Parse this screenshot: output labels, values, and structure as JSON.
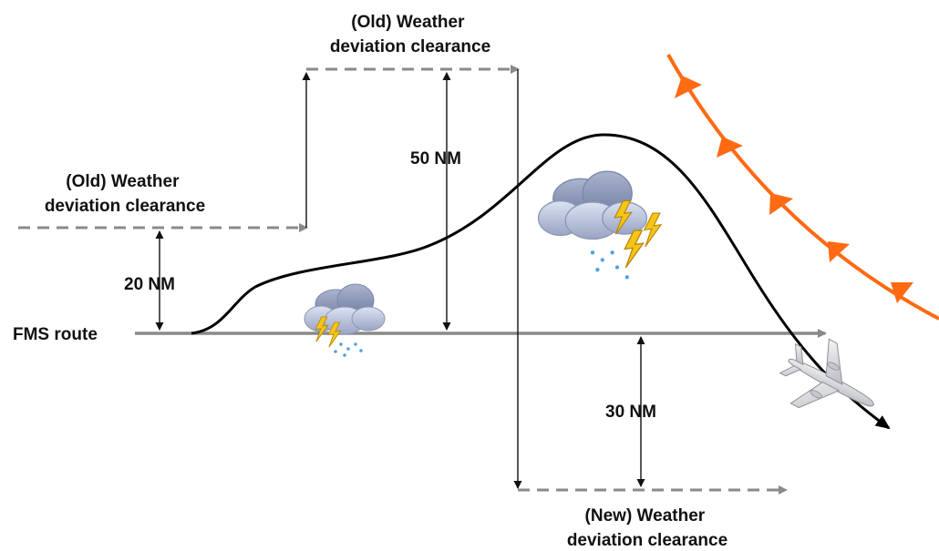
{
  "labels": {
    "old_clearance_left_line1": "(Old) Weather",
    "old_clearance_left_line2": "deviation clearance",
    "old_clearance_top_line1": "(Old) Weather",
    "old_clearance_top_line2": "deviation clearance",
    "new_clearance_line1": "(New) Weather",
    "new_clearance_line2": "deviation clearance",
    "fms_route": "FMS route",
    "offset_20": "20 NM",
    "offset_50": "50 NM",
    "offset_30": "30 NM"
  },
  "colors": {
    "route": "#8a8a8a",
    "flight_path": "#000000",
    "front": "#ff6a13",
    "cloud_light": "#c9d2e8",
    "cloud_dark": "#8e9ab8",
    "lightning": "#f5c518",
    "rain": "#4fa3e0"
  },
  "icons": [
    "storm-cloud-icon",
    "airplane-icon",
    "weather-front-icon"
  ]
}
